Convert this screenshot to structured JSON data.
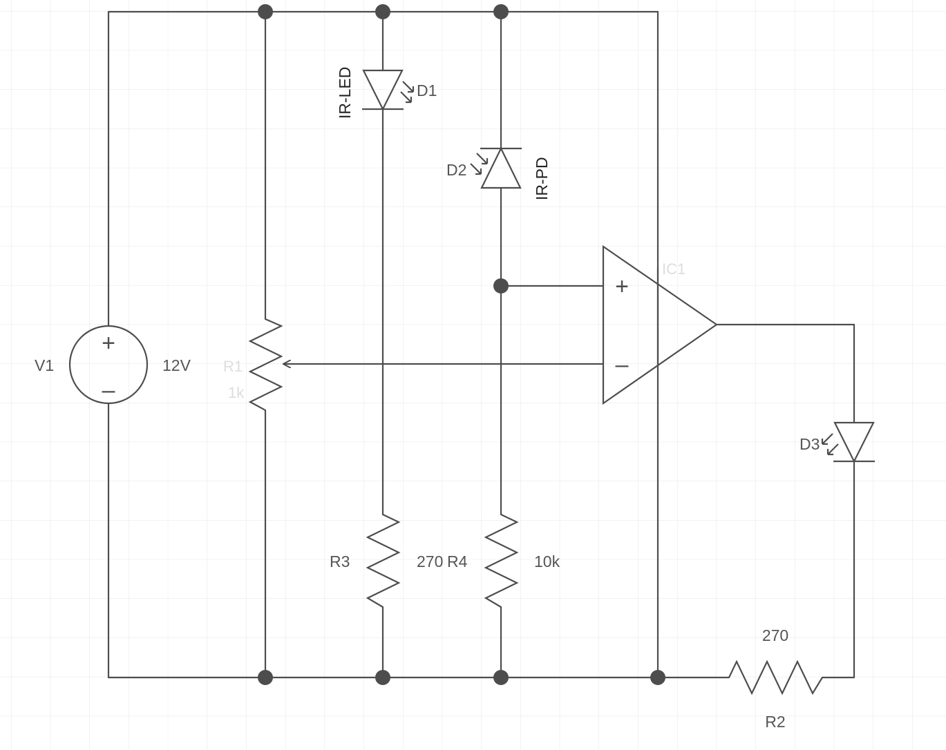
{
  "colors": {
    "wire": "#4d4d4d",
    "grid": "#e6e6e6",
    "background": "#ffffff",
    "label": "#555555"
  },
  "source": {
    "name": "V1",
    "value": "12V",
    "plus_sign": "+",
    "minus_sign": "–"
  },
  "potentiometer": {
    "name": "R1",
    "value": "1k"
  },
  "ir_led": {
    "name": "D1",
    "type_label": "IR-LED"
  },
  "photodiode": {
    "name": "D2",
    "type_label": "IR-PD"
  },
  "opamp": {
    "name": "IC1",
    "plus_sign": "+",
    "minus_sign": "–"
  },
  "r3": {
    "name": "R3",
    "value": "270"
  },
  "r4": {
    "name": "R4",
    "value": "10k"
  },
  "led_indicator": {
    "name": "D3"
  },
  "r2": {
    "name": "R2",
    "value": "270"
  }
}
